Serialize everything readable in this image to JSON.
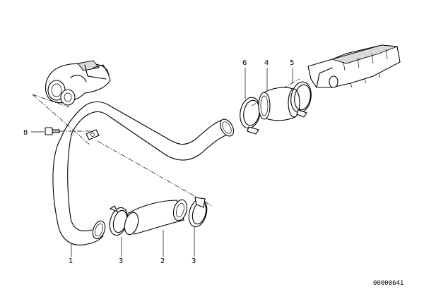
{
  "callouts": {
    "p1": "1",
    "p2": "2",
    "p3a": "3",
    "p3b": "3",
    "p4": "4",
    "p5": "5",
    "p6": "6",
    "p8": "8"
  },
  "diagram_code": "00000641"
}
